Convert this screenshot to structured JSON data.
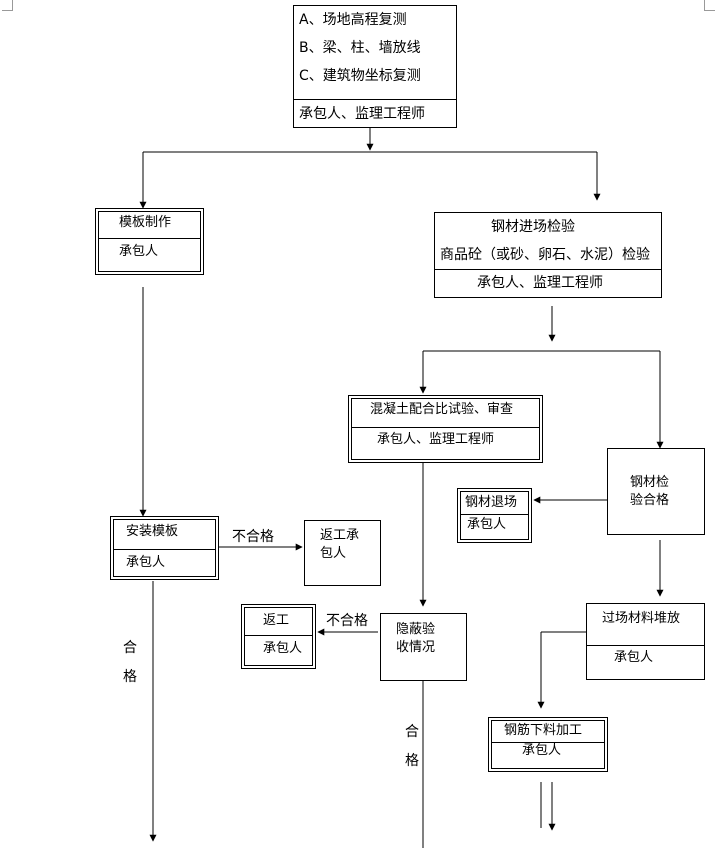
{
  "top": {
    "item_a": "A、场地高程复测",
    "item_b": "B、梁、柱、墙放线",
    "item_c": "C、建筑物坐标复测",
    "resp": "承包人、监理工程师"
  },
  "formwork_make": {
    "title": "模板制作",
    "resp": "承包人"
  },
  "steel_inspect": {
    "line1": "钢材进场检验",
    "line2": "商品砼（或砂、卵石、水泥）检验",
    "resp": "承包人、监理工程师"
  },
  "concrete_mix": {
    "title": "混凝土配合比试验、审查",
    "resp": "承包人、监理工程师"
  },
  "steel_ok": {
    "line1": "钢材检",
    "line2": "验合格"
  },
  "steel_return": {
    "title": "钢材退场",
    "resp": "承包人"
  },
  "install_form": {
    "title": "安装模板",
    "resp": "承包人"
  },
  "rework_contractor": {
    "line1": "返工承",
    "line2": "包人"
  },
  "rework": {
    "title": "返工",
    "resp": "承包人"
  },
  "hidden_check": {
    "line1": "隐蔽验",
    "line2": "收情况"
  },
  "material_stack": {
    "title": "过场材料堆放",
    "resp": "承包人"
  },
  "rebar_process": {
    "title": "钢筋下料加工",
    "resp": "承包人"
  },
  "labels": {
    "fail1": "不合格",
    "fail2": "不合格",
    "pass1_a": "合",
    "pass1_b": "格",
    "pass2_a": "合",
    "pass2_b": "格"
  }
}
